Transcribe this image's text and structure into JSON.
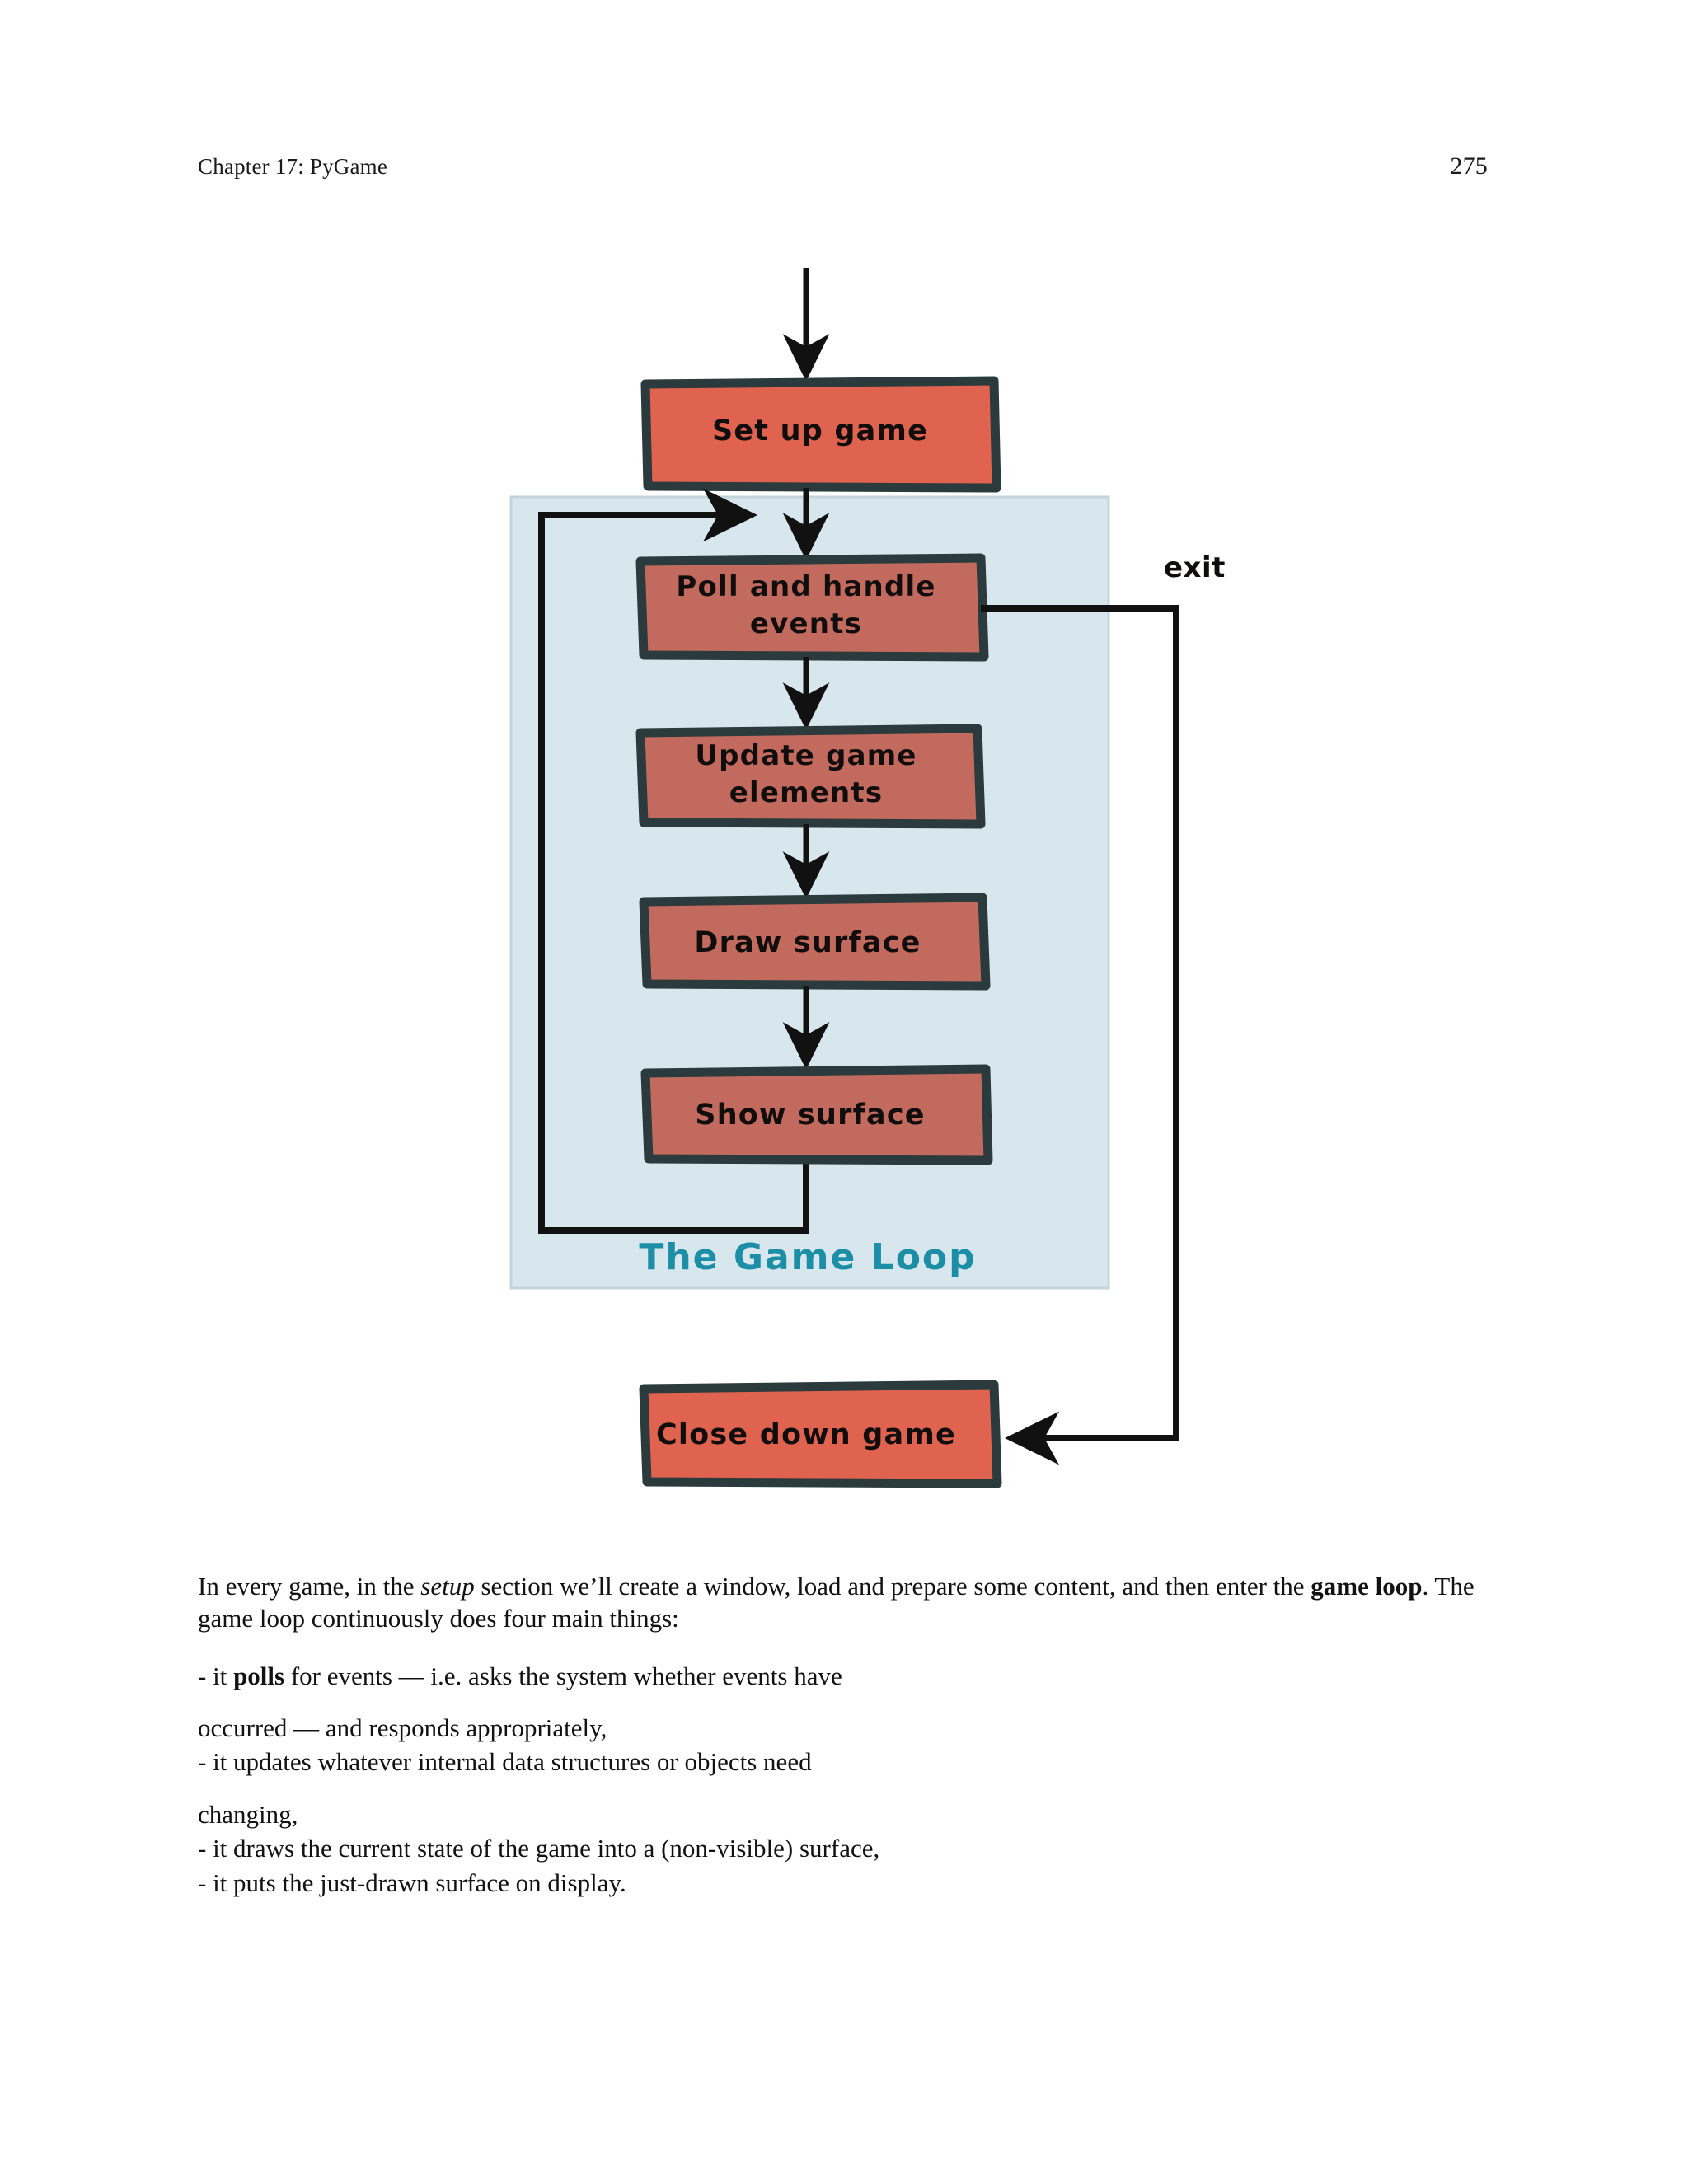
{
  "header": {
    "chapter": "Chapter 17: PyGame",
    "page_number": "275"
  },
  "figure": {
    "caption": "The Game Loop",
    "exit_label": "exit",
    "colors": {
      "outer_box_fill": "#e0634f",
      "loop_box_fill": "#c26a5e",
      "box_stroke": "#2b3a3c",
      "panel_fill": "#d7e7ed",
      "panel_stroke": "#bccfd6",
      "arrow": "#111111",
      "caption_color": "#1c8fa6"
    },
    "nodes": [
      {
        "id": "setup",
        "label": "Set up game",
        "kind": "outer"
      },
      {
        "id": "poll",
        "label_line1": "Poll and handle",
        "label_line2": "events",
        "kind": "loop"
      },
      {
        "id": "update",
        "label_line1": "Update game",
        "label_line2": "elements",
        "kind": "loop"
      },
      {
        "id": "draw",
        "label": "Draw surface",
        "kind": "loop"
      },
      {
        "id": "show",
        "label": "Show surface",
        "kind": "loop"
      },
      {
        "id": "close",
        "label": "Close down game",
        "kind": "outer"
      }
    ]
  },
  "body": {
    "intro": {
      "part1": "In every game, in the ",
      "italic": "setup",
      "part2": " section we’ll create a window, load and prepare some content, and then enter the ",
      "bold": "game loop",
      "part3": ". The game loop continuously does four main things:"
    },
    "bullets": [
      {
        "prefix": "- it ",
        "bold": "polls",
        "rest": " for events — i.e. asks the system whether events have"
      },
      {
        "cont": "occurred — and responds appropriately,"
      },
      {
        "plain": "- it updates whatever internal data structures or objects need"
      },
      {
        "cont": "changing,"
      },
      {
        "plain": "- it draws the current state of the game into a (non-visible) surface,"
      },
      {
        "plain": "- it puts the just-drawn surface on display."
      }
    ]
  }
}
